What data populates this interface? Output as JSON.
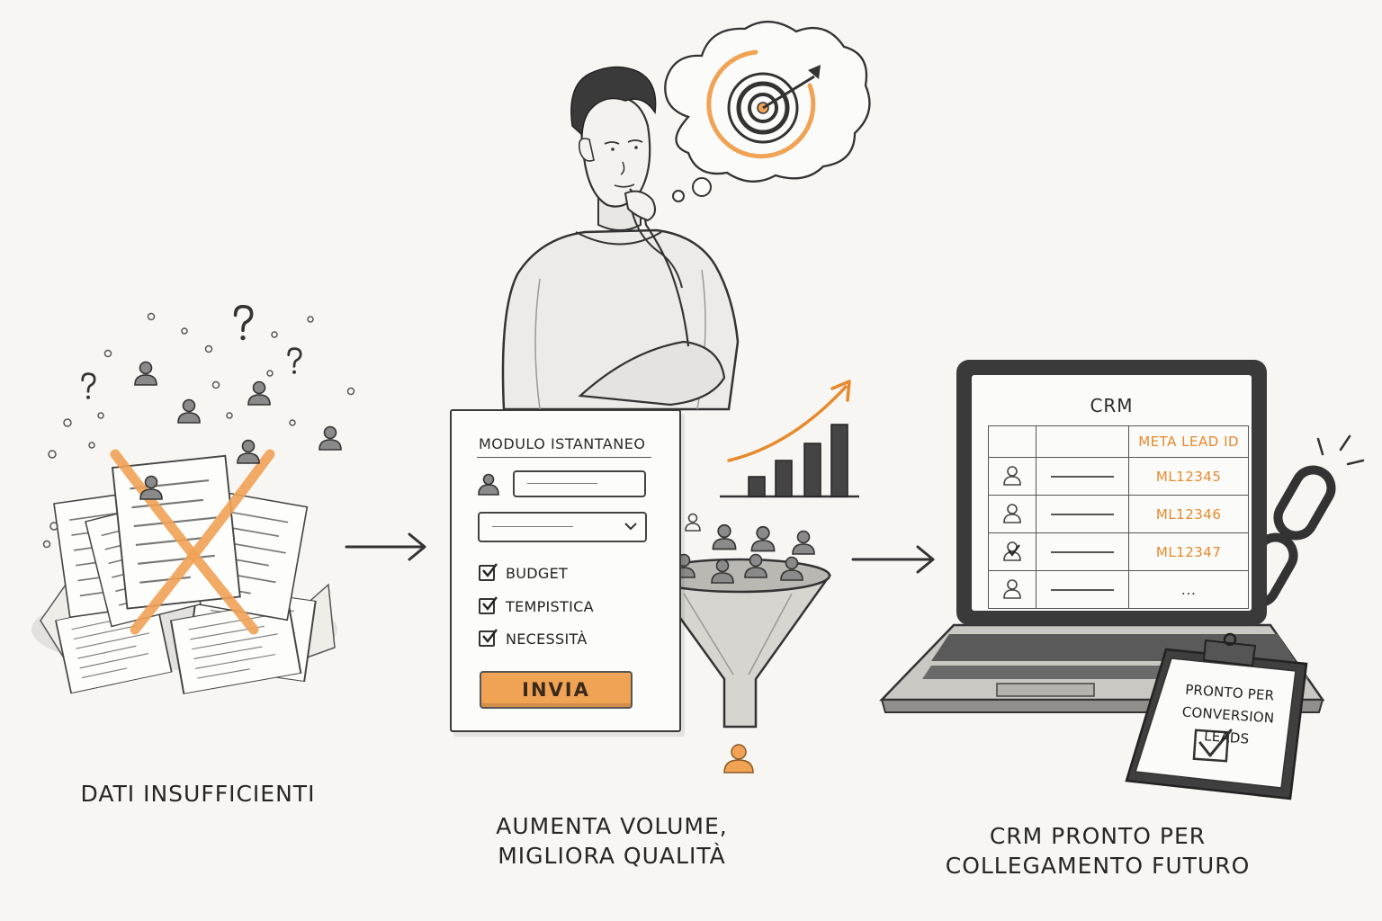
{
  "colors": {
    "accent": "#f0a255",
    "accent_text": "#e8892d",
    "ink": "#333333",
    "paper": "#f7f6f3"
  },
  "left": {
    "caption": "DATI INSUFFICIENTI",
    "icons": [
      "scattered-papers-icon",
      "orange-cross-icon",
      "question-mark-icon",
      "person-icon"
    ]
  },
  "center": {
    "caption_line1": "AUMENTA VOLUME,",
    "caption_line2": "MIGLIORA QUALITÀ",
    "form": {
      "title": "MODULO ISTANTANEO",
      "checks": [
        "BUDGET",
        "TEMPISTICA",
        "NECESSITÀ"
      ],
      "submit_label": "INVIA"
    },
    "icons": [
      "thinking-man-icon",
      "thought-bubble-icon",
      "target-icon",
      "funnel-icon",
      "growth-chart-icon",
      "person-icon"
    ]
  },
  "right": {
    "caption_line1": "CRM PRONTO PER",
    "caption_line2": "COLLEGAMENTO FUTURO",
    "crm": {
      "title": "CRM",
      "id_header": "META LEAD ID",
      "ids": [
        "ML12345",
        "ML12346",
        "ML12347",
        "..."
      ]
    },
    "clipboard": {
      "line1": "PRONTO PER",
      "line2": "CONVERSION LEADS"
    },
    "icons": [
      "laptop-icon",
      "chain-link-icon",
      "clipboard-icon",
      "checkmark-icon"
    ]
  }
}
